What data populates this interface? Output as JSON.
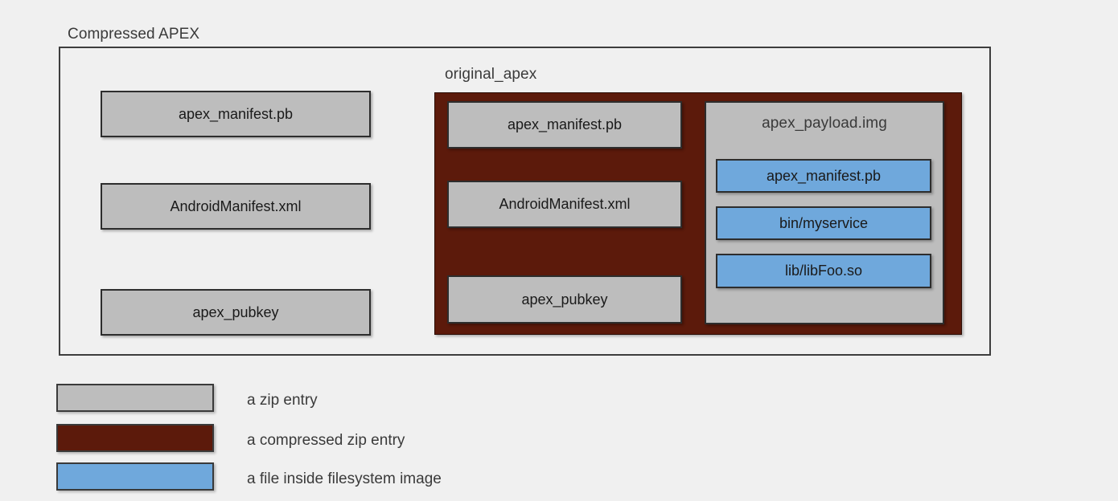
{
  "diagram": {
    "title": "Compressed APEX",
    "inner_title": "original_apex",
    "colors": {
      "background": "#f0f0f0",
      "zip_entry": "#bdbdbd",
      "compressed_zip_entry": "#5c1a0b",
      "file_inside_image": "#6fa8dc",
      "outline": "#2d2d2d"
    },
    "outer_entries": [
      {
        "label": "apex_manifest.pb"
      },
      {
        "label": "AndroidManifest.xml"
      },
      {
        "label": "apex_pubkey"
      }
    ],
    "compressed_entries": [
      {
        "label": "apex_manifest.pb"
      },
      {
        "label": "AndroidManifest.xml"
      },
      {
        "label": "apex_pubkey"
      }
    ],
    "payload": {
      "label": "apex_payload.img",
      "files": [
        {
          "label": "apex_manifest.pb"
        },
        {
          "label": "bin/myservice"
        },
        {
          "label": "lib/libFoo.so"
        }
      ]
    }
  },
  "legend": {
    "items": [
      {
        "swatch": "zip-entry-swatch",
        "label": "a zip entry"
      },
      {
        "swatch": "compressed-zip-entry-swatch",
        "label": "a compressed zip entry"
      },
      {
        "swatch": "filesystem-file-swatch",
        "label": "a file inside filesystem image"
      }
    ]
  }
}
